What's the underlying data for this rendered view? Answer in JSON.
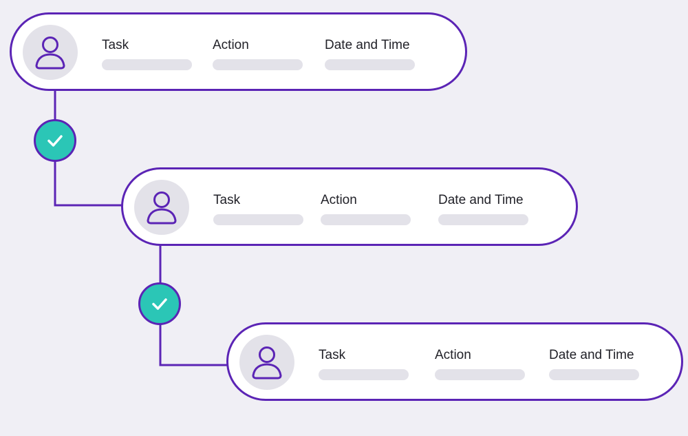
{
  "colors": {
    "background": "#f0eff5",
    "card_border": "#5b24b5",
    "card_fill": "#ffffff",
    "avatar_fill": "#e3e2e9",
    "placeholder_bar": "#e3e2e9",
    "check_fill": "#2bc6b6",
    "check_mark": "#ffffff",
    "connector": "#5b24b5"
  },
  "steps": [
    {
      "icon": "user-icon",
      "columns": [
        {
          "label": "Task"
        },
        {
          "label": "Action"
        },
        {
          "label": "Date and Time"
        }
      ]
    },
    {
      "icon": "user-icon",
      "columns": [
        {
          "label": "Task"
        },
        {
          "label": "Action"
        },
        {
          "label": "Date and Time"
        }
      ]
    },
    {
      "icon": "user-icon",
      "columns": [
        {
          "label": "Task"
        },
        {
          "label": "Action"
        },
        {
          "label": "Date and Time"
        }
      ]
    }
  ],
  "checkpoints": [
    {
      "icon": "checkmark-icon"
    },
    {
      "icon": "checkmark-icon"
    }
  ]
}
